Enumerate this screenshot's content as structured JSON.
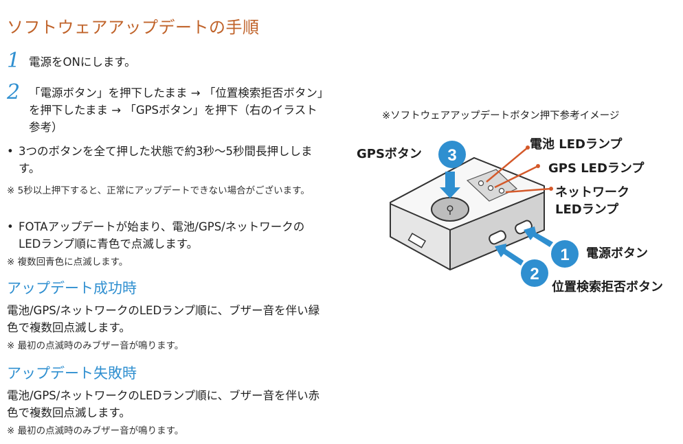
{
  "title": "ソフトウェアアップデートの手順",
  "steps": [
    {
      "number": "1",
      "text": "電源をONにします。"
    },
    {
      "number": "2",
      "text": "「電源ボタン」を押下したまま → 「位置検索拒否ボタン」を押下したまま → 「GPSボタン」を押下（右のイラスト参考）"
    }
  ],
  "bullets": [
    "3つのボタンを全て押した状態で約3秒〜5秒間長押しします。",
    "FOTAアップデートが始まり、電池/GPS/ネットワークのLEDランプ順に青色で点滅します。"
  ],
  "notes": [
    "※ 5秒以上押下すると、正常にアップデートできない場合がございます。",
    "※ 複数回青色に点滅します。"
  ],
  "success": {
    "heading": "アップデート成功時",
    "text": "電池/GPS/ネットワークのLEDランプ順に、ブザー音を伴い緑色で複数回点滅します。",
    "note": "※ 最初の点滅時のみブザー音が鳴ります。"
  },
  "failure": {
    "heading": "アップデート失敗時",
    "text": "電池/GPS/ネットワークのLEDランプ順に、ブザー音を伴い赤色で複数回点滅します。",
    "note": "※ 最初の点滅時のみブザー音が鳴ります。"
  },
  "illustration": {
    "caption": "※ソフトウェアアップデートボタン押下参考イメージ",
    "labels": {
      "gps_button": "GPSボタン",
      "battery_led": "電池 LEDランプ",
      "gps_led": "GPS LEDランプ",
      "network_led_line1": "ネットワーク",
      "network_led_line2": "LEDランプ",
      "power_button": "電源ボタン",
      "location_button": "位置検索拒否ボタン"
    },
    "badges": [
      "1",
      "2",
      "3"
    ]
  },
  "colors": {
    "title": "#c0632a",
    "accent_blue": "#2f8fd0",
    "leader_orange": "#d4592a"
  }
}
